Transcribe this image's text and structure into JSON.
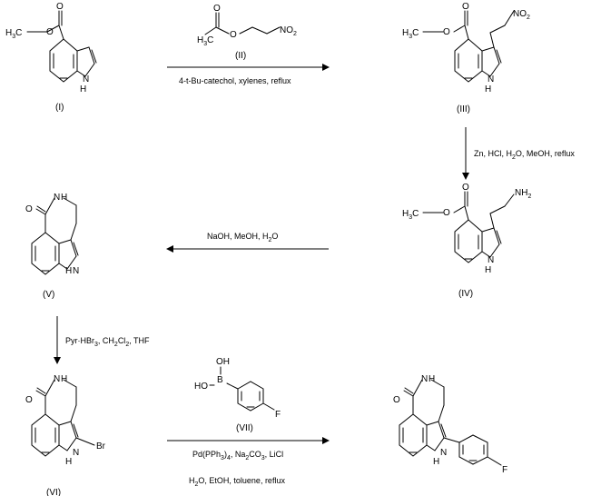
{
  "compounds": {
    "I": {
      "label": "(I)"
    },
    "II": {
      "label": "(II)"
    },
    "III": {
      "label": "(III)"
    },
    "IV": {
      "label": "(IV)"
    },
    "V": {
      "label": "(V)"
    },
    "VI": {
      "label": "(VI)"
    },
    "VII": {
      "label": "(VII)"
    }
  },
  "atoms": {
    "H3C": "H",
    "H3C_sub": "3",
    "C": "C",
    "NH": "N\nH",
    "N": "N",
    "H": "H",
    "NO2_N": "NO",
    "NO2_sub": "2",
    "NH2": "NH",
    "NH2_sub": "2",
    "Br": "Br",
    "F": "F",
    "OH": "OH",
    "HO": "HO",
    "B": "B",
    "O": "O"
  },
  "steps": {
    "step1": {
      "reagent": "(II)",
      "conditions": "4-t-Bu-catechol, xylenes, reflux"
    },
    "step2": {
      "conditions": "Zn, HCl, H2O, MeOH, reflux"
    },
    "step3": {
      "conditions": "NaOH, MeOH, H2O"
    },
    "step4": {
      "conditions": "Pyr·HBr3, CH2Cl2, THF"
    },
    "step5": {
      "reagent": "(VII)",
      "conditions_line1": "Pd(PPh3)4, Na2CO3, LiCl",
      "conditions_line2": "H2O, EtOH, toluene, reflux"
    }
  }
}
